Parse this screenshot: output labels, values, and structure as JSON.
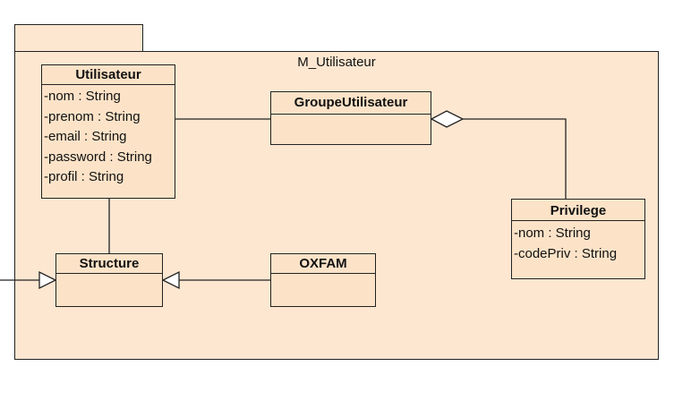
{
  "package": {
    "name": "M_Utilisateur"
  },
  "classes": {
    "utilisateur": {
      "name": "Utilisateur",
      "attributes": [
        "-nom : String",
        "-prenom : String",
        "-email : String",
        "-password : String",
        "-profil : String"
      ]
    },
    "groupe": {
      "name": "GroupeUtilisateur",
      "attributes": []
    },
    "privilege": {
      "name": "Privilege",
      "attributes": [
        "-nom : String",
        "-codePriv : String"
      ]
    },
    "structure": {
      "name": "Structure",
      "attributes": []
    },
    "oxfam": {
      "name": "OXFAM",
      "attributes": []
    }
  },
  "relations": [
    {
      "type": "association",
      "from": "Utilisateur",
      "to": "GroupeUtilisateur"
    },
    {
      "type": "aggregation",
      "from": "Privilege",
      "to": "GroupeUtilisateur"
    },
    {
      "type": "association",
      "from": "Utilisateur",
      "to": "Structure"
    },
    {
      "type": "generalization",
      "from": "OXFAM",
      "to": "Structure"
    },
    {
      "type": "generalization",
      "from": "external",
      "to": "Structure"
    }
  ],
  "colors": {
    "fill": "#fce3c8",
    "package_fill": "#fde7d1",
    "line": "#222222"
  }
}
